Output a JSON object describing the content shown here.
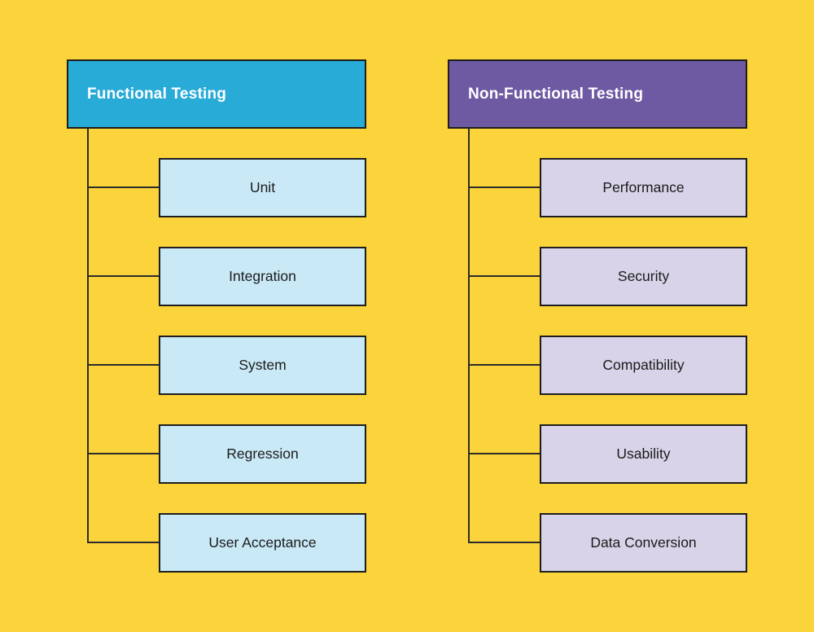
{
  "diagram": {
    "background_color": "#FBD43B",
    "connector_color": "#2B2B2B",
    "functional": {
      "title": "Functional Testing",
      "header_color": "#29ABD8",
      "header_text_color": "#FFFFFF",
      "child_color": "#C9E9F6",
      "children": [
        "Unit",
        "Integration",
        "System",
        "Regression",
        "User Acceptance"
      ]
    },
    "non_functional": {
      "title": "Non-Functional Testing",
      "header_color": "#6E5AA3",
      "header_text_color": "#FFFFFF",
      "child_color": "#D8D3E8",
      "children": [
        "Performance",
        "Security",
        "Compatibility",
        "Usability",
        "Data Conversion"
      ]
    }
  }
}
